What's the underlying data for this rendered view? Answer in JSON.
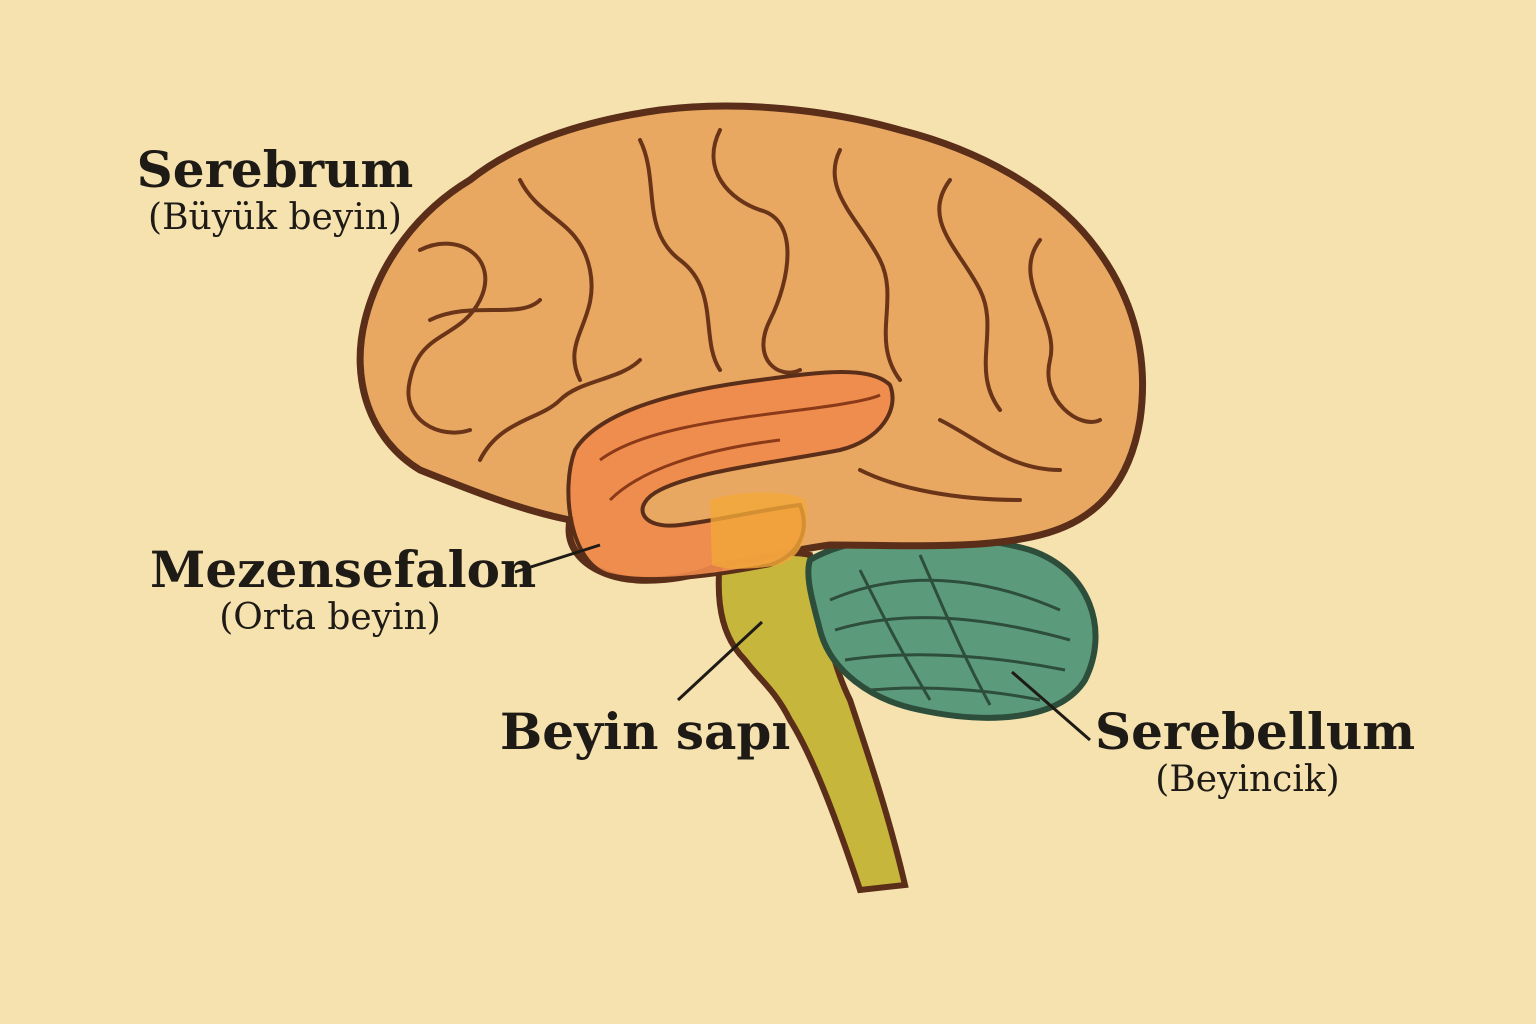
{
  "labels": {
    "cerebrum": {
      "title": "Serebrum",
      "subtitle": "(Büyük beyin)"
    },
    "midbrain": {
      "title": "Mezensefalon",
      "subtitle": "(Orta beyin)"
    },
    "brainstem": {
      "title": "Beyin sapı"
    },
    "cerebellum": {
      "title": "Serebellum",
      "subtitle": "(Beyincik)"
    }
  },
  "colors": {
    "background": "#f6e2ae",
    "cerebrum": "#e8a862",
    "midbrain": "#f08a4c",
    "brainstem": "#c6b63c",
    "cerebellum": "#5c9a7c",
    "outline": "#5a2e18"
  }
}
